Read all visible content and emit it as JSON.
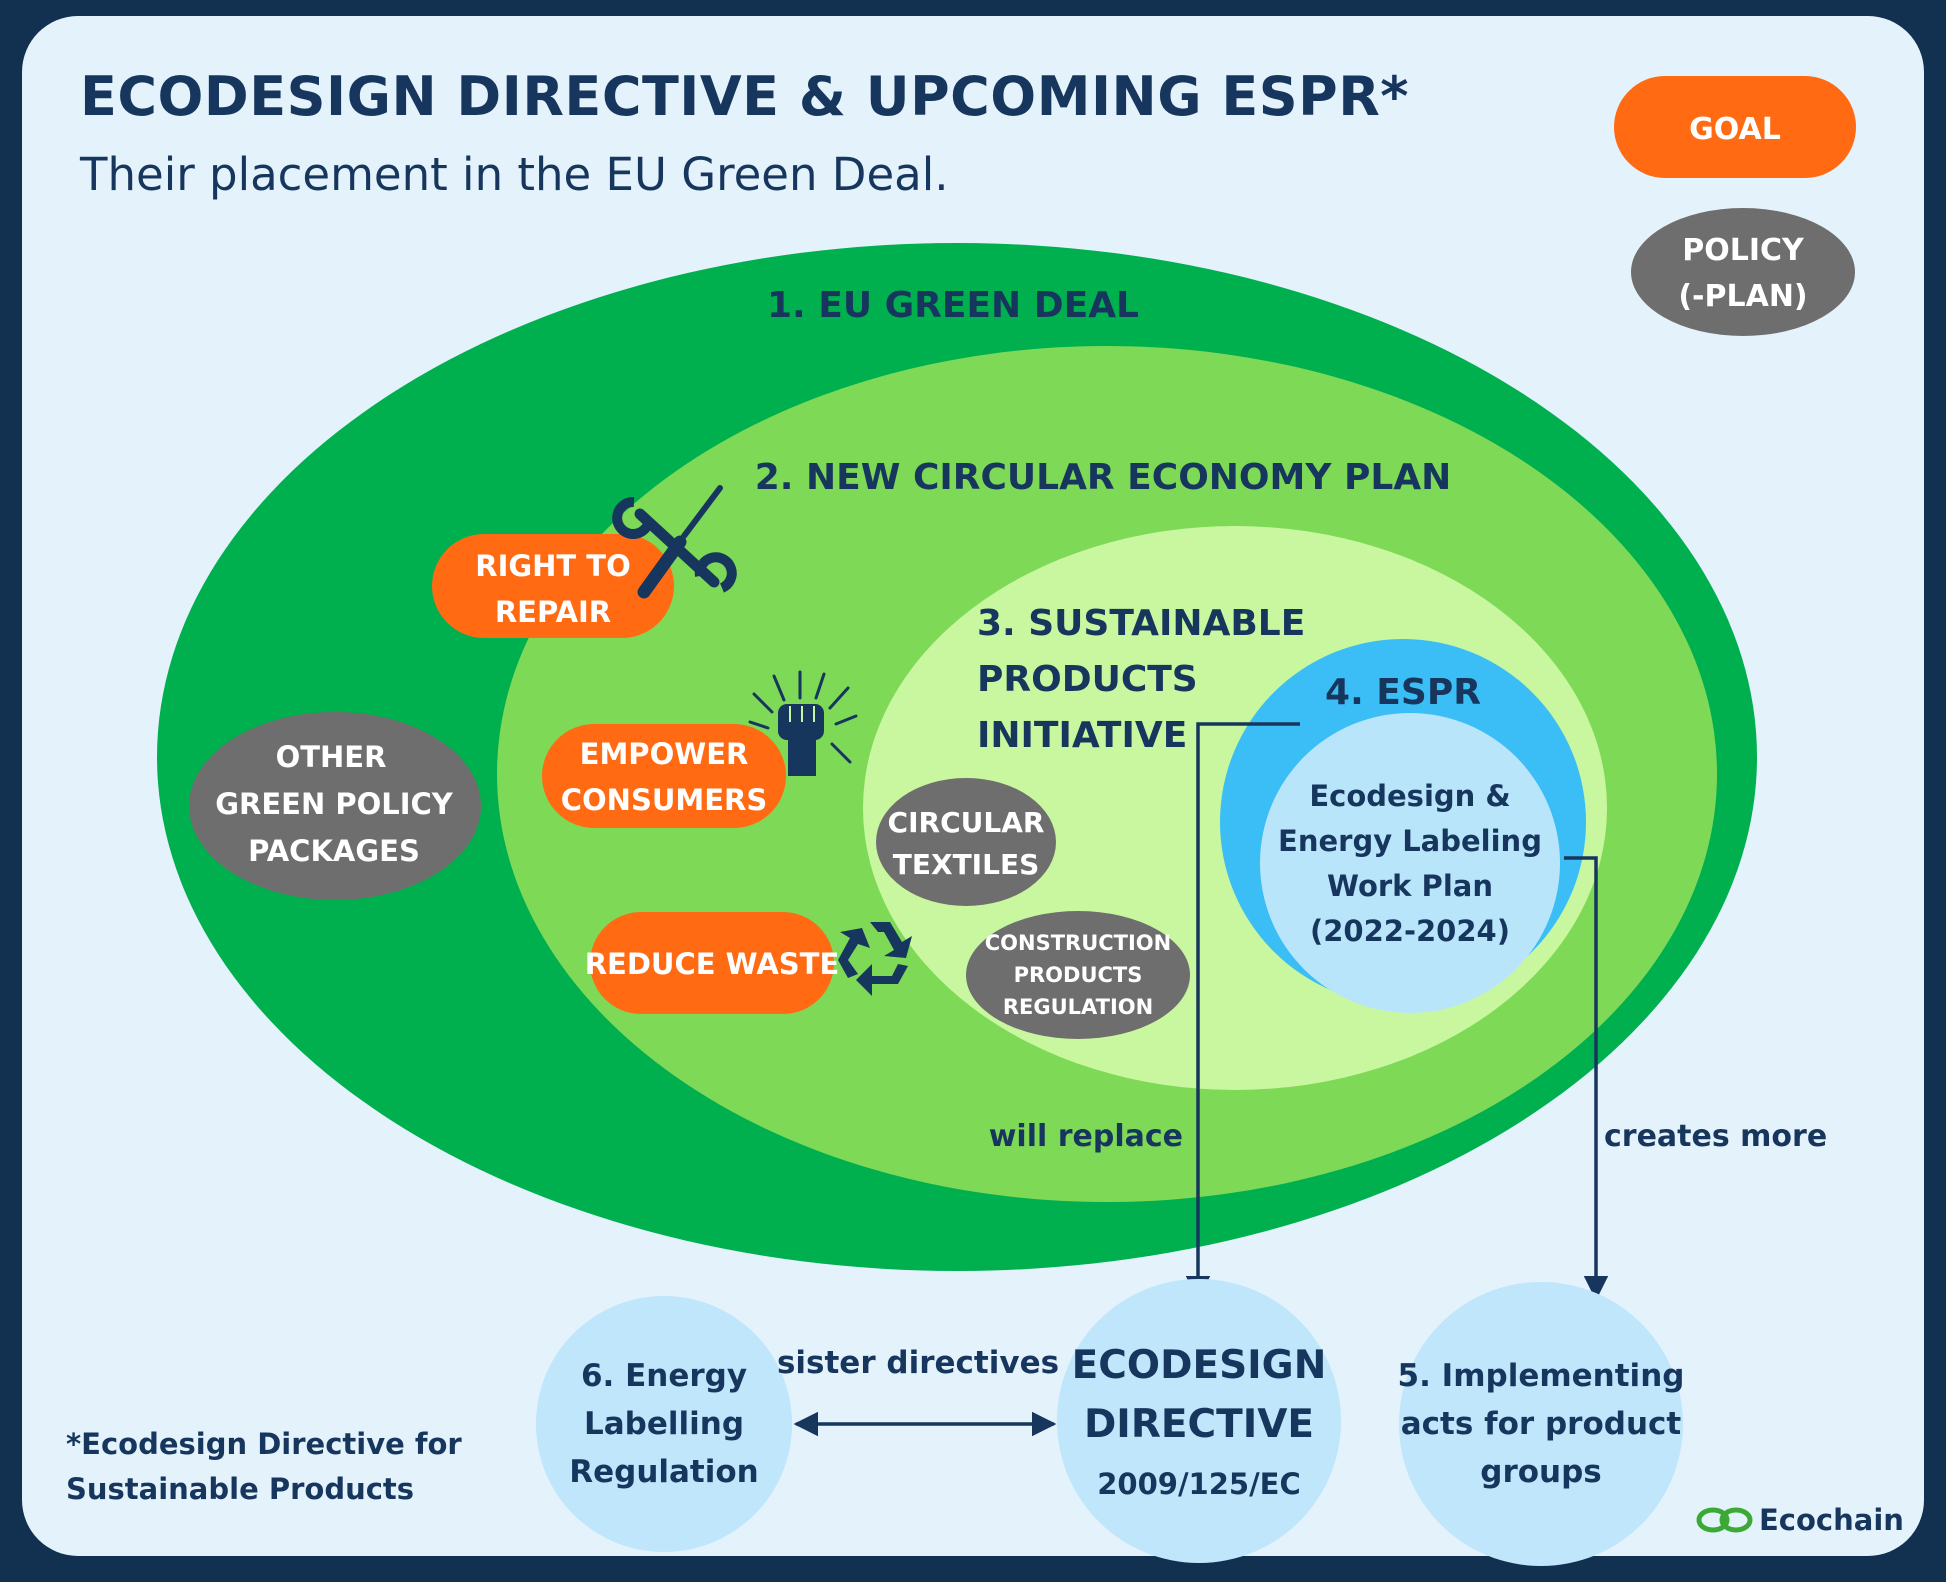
{
  "title": "ECODESIGN DIRECTIVE & UPCOMING ESPR*",
  "subtitle": "Their placement in the EU Green Deal.",
  "legend": {
    "goal": "GOAL",
    "policy": [
      "POLICY",
      "(-PLAN)"
    ]
  },
  "rings": {
    "green_deal": "1.  EU GREEN DEAL",
    "circular_plan": "2. NEW CIRCULAR ECONOMY PLAN",
    "spi": [
      "3. SUSTAINABLE",
      "PRODUCTS",
      "INITIATIVE"
    ],
    "espr": "4. ESPR",
    "work_plan": [
      "Ecodesign &",
      "Energy Labeling",
      "Work Plan",
      "(2022-2024)"
    ]
  },
  "goals": {
    "right_to_repair": [
      "RIGHT TO",
      "REPAIR"
    ],
    "empower": [
      "EMPOWER",
      "CONSUMERS"
    ],
    "reduce_waste": "REDUCE WASTE"
  },
  "policies": {
    "other": [
      "OTHER",
      "GREEN POLICY",
      "PACKAGES"
    ],
    "textiles": [
      "CIRCULAR",
      "TEXTILES"
    ],
    "construction": [
      "CONSTRUCTION",
      "PRODUCTS",
      "REGULATION"
    ]
  },
  "arrows": {
    "will_replace": "will replace",
    "creates_more": "creates more",
    "sister": "sister directives"
  },
  "bottom": {
    "energy": [
      "6. Energy",
      "Labelling",
      "Regulation"
    ],
    "ecodesign": [
      "ECODESIGN",
      "DIRECTIVE",
      "2009/125/EC"
    ],
    "implementing": [
      "5. Implementing",
      "acts for product",
      "groups"
    ]
  },
  "footnote": [
    "*Ecodesign Directive for",
    "Sustainable Products"
  ],
  "brand": "Ecochain",
  "colors": {
    "navy": "#17365d",
    "orange": "#ff6a13",
    "grey_pill": "#6e6e6e",
    "dark_green": "#00b04f",
    "mid_green": "#7ed957",
    "light_green": "#c9f79f",
    "espr_blue": "#3bbdf5",
    "pale_blue": "#b9e5fb"
  }
}
